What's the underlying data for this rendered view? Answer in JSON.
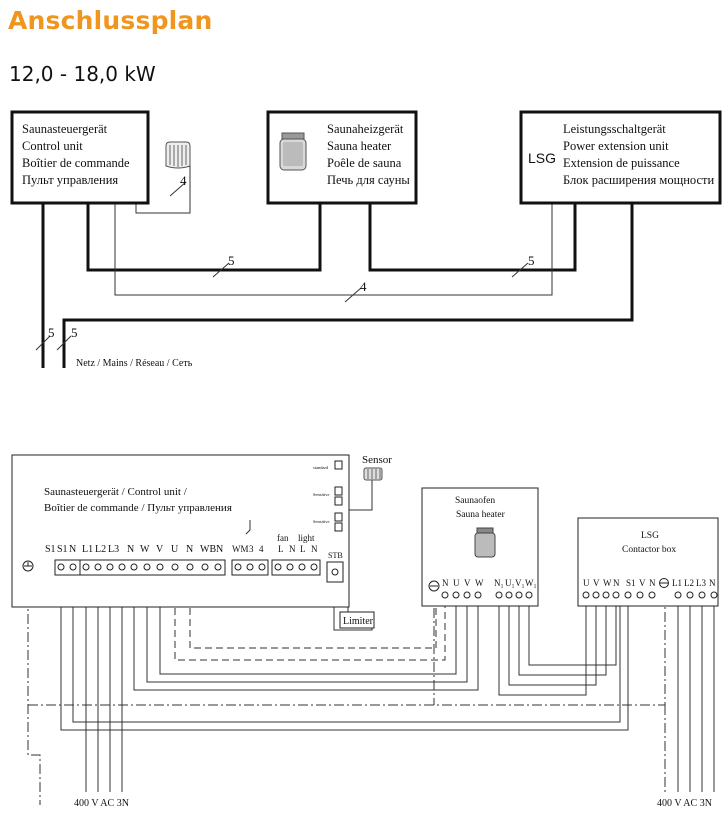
{
  "header": {
    "title": "Anschlussplan",
    "subtitle": "12,0 - 18,0 kW"
  },
  "top_diagram": {
    "control_unit": [
      "Saunasteuergerät",
      "Control unit",
      "Boîtier de commande",
      "Пульт управления"
    ],
    "sauna_heater": [
      "Saunaheizgerät",
      "Sauna heater",
      "Poêle de sauna",
      "Печь для сауны"
    ],
    "power_unit_abbr": "LSG",
    "power_unit": [
      "Leistungsschaltgerät",
      "Power extension unit",
      "Extension de puissance",
      "Блок расширения мощности"
    ],
    "cable_sensor": "4",
    "cable_heater": "5",
    "cable_lsg": "5",
    "cable_signal": "4",
    "mains_cable_1": "5",
    "mains_cable_2": "5",
    "mains_label": "Netz / Mains / Réseau / Сеть"
  },
  "bottom_diagram": {
    "control_unit_title": [
      "Saunasteuergerät / Control unit /",
      "Boîtier de commande / Пульт управления"
    ],
    "sensor_label": "Sensor",
    "sensor_terminals": [
      "standard",
      "Sensitive",
      "Sensitive"
    ],
    "limiter_label": "Limiter",
    "stb_label": "STB",
    "terminal_labels": [
      "S1",
      "S1",
      "N",
      "L1",
      "L2",
      "L3",
      "N",
      "W",
      "V",
      "U",
      "N",
      "WB",
      "N"
    ],
    "wm_labels": [
      "WM",
      "3",
      "4"
    ],
    "fan_label": "fan",
    "light_label": "light",
    "fan_light_terms": [
      "L",
      "N",
      "L",
      "N"
    ],
    "heater_title": [
      "Saunaofen",
      "Sauna heater"
    ],
    "heater_terms": [
      "N",
      "U",
      "V",
      "W"
    ],
    "heater_terms2": [
      "N₁",
      "U₁",
      "V₁",
      "W₁"
    ],
    "lsg_title": [
      "LSG",
      "Contactor box"
    ],
    "lsg_terms": [
      "U",
      "V",
      "W",
      "N",
      "S1",
      "V",
      "N",
      "L1",
      "L2",
      "L3",
      "N"
    ],
    "supply_left": "400 V AC 3N",
    "supply_right": "400 V AC 3N"
  },
  "colors": {
    "title": "#f0961e"
  }
}
